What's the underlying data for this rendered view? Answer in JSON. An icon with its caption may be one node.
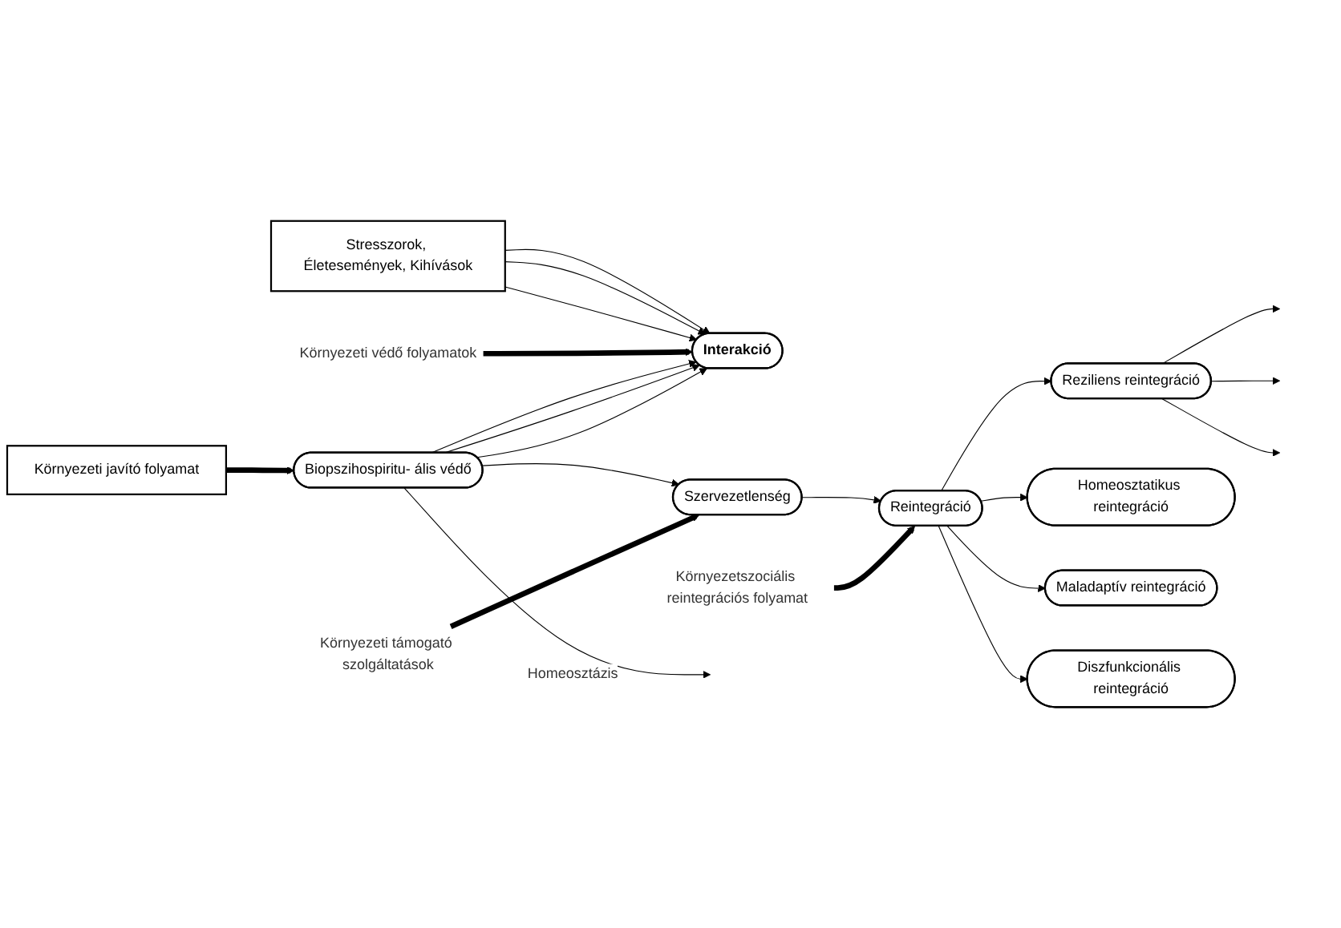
{
  "diagram": {
    "nodes": [
      {
        "text": [
          "Stresszorok, Életesemények, Kihívások"
        ]
      },
      {
        "text": [
          "Interakció"
        ]
      },
      {
        "text": [
          "Biopszihospiritu- ális védő"
        ]
      },
      {
        "text": [
          "Szervezetlenség"
        ]
      },
      {
        "text": [
          "Reintegráció"
        ]
      },
      {
        "text": [
          "Reziliens reintegráció"
        ]
      },
      {
        "text": [
          "Homeosztatikus reintegráció"
        ]
      },
      {
        "text": [
          "Maladaptív reintegráció"
        ]
      },
      {
        "text": [
          "Diszfunkcionális reintegráció"
        ]
      },
      {
        "text": [
          "Környezeti javító folyamat"
        ]
      },
      {
        "text": [
          "Környezeti védő folyamatok"
        ]
      },
      {
        "text": [
          "Környezeti támogató szolgáltatások"
        ]
      },
      {
        "text": [
          "Környezetszociális reintegrációs folyamat"
        ]
      }
    ],
    "edges": [
      {
        "from": 0,
        "to": 1,
        "arrow": "to"
      },
      {
        "from": 0,
        "to": 1,
        "arrow": "to"
      },
      {
        "from": 0,
        "to": 1,
        "arrow": "to"
      },
      {
        "from": 10,
        "to": 1,
        "arrow": "to",
        "style": "thick"
      },
      {
        "from": 2,
        "to": 1,
        "arrow": "to"
      },
      {
        "from": 2,
        "to": 1,
        "arrow": "to"
      },
      {
        "from": 2,
        "to": 1,
        "arrow": "to"
      },
      {
        "from": 2,
        "to": null,
        "arrow": "to",
        "label": "Homeosztázis"
      },
      {
        "from": 9,
        "to": 2,
        "arrow": "to",
        "style": "thick"
      },
      {
        "from": 2,
        "to": 3,
        "arrow": "to"
      },
      {
        "from": 11,
        "to": 3,
        "arrow": "to",
        "style": "thick"
      },
      {
        "from": 3,
        "to": 4,
        "arrow": "to"
      },
      {
        "from": 12,
        "to": 4,
        "arrow": "to",
        "style": "thick"
      },
      {
        "from": 4,
        "to": 5,
        "arrow": "to"
      },
      {
        "from": 4,
        "to": 6,
        "arrow": "to"
      },
      {
        "from": 4,
        "to": 7,
        "arrow": "to"
      },
      {
        "from": 4,
        "to": 8,
        "arrow": "to"
      },
      {
        "from": 5,
        "to": null,
        "arrow": "to"
      },
      {
        "from": 5,
        "to": null,
        "arrow": "to"
      },
      {
        "from": 5,
        "to": null,
        "arrow": "to"
      }
    ]
  }
}
